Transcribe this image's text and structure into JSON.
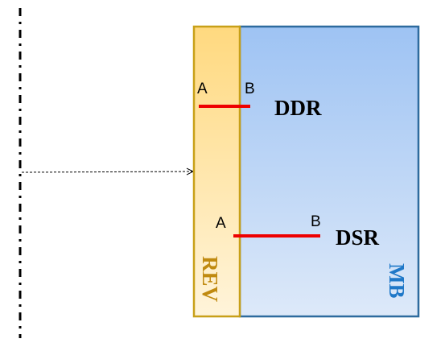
{
  "labels": {
    "ddr_a": "A",
    "ddr_b": "B",
    "ddr": "DDR",
    "dsr_a": "A",
    "dsr_b": "B",
    "dsr": "DSR",
    "rev": "REV",
    "mb": "MB"
  },
  "colors": {
    "rev_fill_top": "#FFD97F",
    "rev_fill_bottom": "#FFF4DA",
    "rev_border": "#C8A018",
    "rev_text": "#C08A10",
    "mb_fill_top": "#9EC3F3",
    "mb_fill_bottom": "#DDE9F9",
    "mb_border": "#2E6B9E",
    "mb_text": "#1F78C8",
    "segment": "#EE0000",
    "axis": "#000000"
  }
}
